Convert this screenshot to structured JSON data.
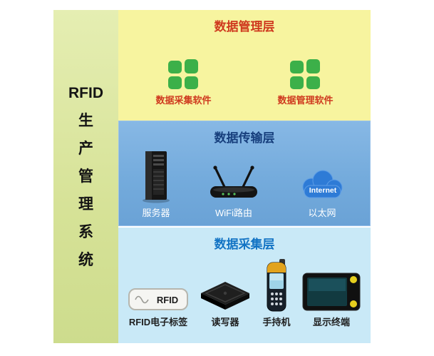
{
  "page": {
    "title": "RFID生产管理系统"
  },
  "sidebar": {
    "chars": [
      "RFID",
      "生",
      "产",
      "管",
      "理",
      "系",
      "统"
    ]
  },
  "layers": [
    {
      "title": "数据管理层",
      "items": [
        {
          "label": "数据采集软件",
          "icon": "software-grid-icon"
        },
        {
          "label": "数据管理软件",
          "icon": "software-grid-icon"
        }
      ]
    },
    {
      "title": "数据传输层",
      "items": [
        {
          "label": "服务器",
          "icon": "server-icon"
        },
        {
          "label": "WiFi路由",
          "icon": "wifi-router-icon"
        },
        {
          "label": "以太网",
          "icon": "internet-cloud-icon",
          "icon_label": "Internet"
        }
      ]
    },
    {
      "title": "数据采集层",
      "items": [
        {
          "label": "RFID电子标签",
          "icon": "rfid-tag-icon",
          "icon_label": "RFID"
        },
        {
          "label": "读写器",
          "icon": "rfid-reader-icon"
        },
        {
          "label": "手持机",
          "icon": "handheld-terminal-icon"
        },
        {
          "label": "显示终端",
          "icon": "display-terminal-icon"
        }
      ]
    }
  ],
  "colors": {
    "sidebar_bg": "#d6e297",
    "management_bg": "#f7f49f",
    "transmission_bg": "#74abdc",
    "collection_bg": "#c9e9f7",
    "management_text": "#cf3a1f",
    "transmission_title": "#173f7d",
    "transmission_label": "#ffffff",
    "collection_title": "#1273c4",
    "software_icon_green": "#3cb049",
    "internet_cloud_blue": "#2e7bd6"
  }
}
